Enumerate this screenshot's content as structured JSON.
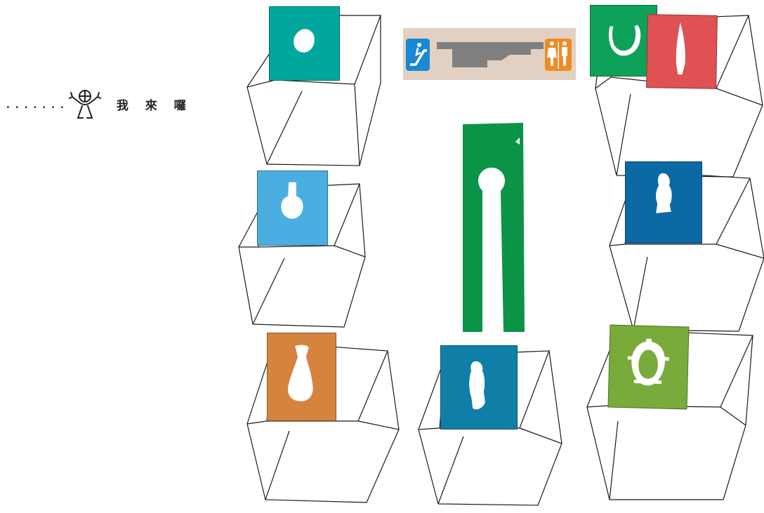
{
  "intro": {
    "dots": ".......",
    "phrase": "我 來 囉",
    "mascot_icon": "waving-figure-icon"
  },
  "map": {
    "signboard": {
      "left_icon": "escalator-icon",
      "right_icon": "restroom-icon",
      "left_color": "#1a88d4",
      "right_color": "#ef8a24"
    },
    "path_color": "#0b9347",
    "showcases": [
      {
        "id": "teal-round-artifact",
        "color": "#00a79d",
        "icon": "round-artifact-icon"
      },
      {
        "id": "green-horseshoe-artifact",
        "color": "#0ea15a",
        "icon": "horseshoe-artifact-icon"
      },
      {
        "id": "red-blade-artifact",
        "color": "#df5152",
        "icon": "blade-artifact-icon"
      },
      {
        "id": "lightblue-bottle-artifact",
        "color": "#4aaee0",
        "icon": "bottle-artifact-icon"
      },
      {
        "id": "darkblue-figurine-artifact",
        "color": "#0b69a3",
        "icon": "figurine-artifact-icon"
      },
      {
        "id": "orange-vase-artifact",
        "color": "#d6833e",
        "icon": "vase-artifact-icon"
      },
      {
        "id": "blue-idol-artifact",
        "color": "#0f7fa8",
        "icon": "idol-artifact-icon"
      },
      {
        "id": "olive-ring-artifact",
        "color": "#79ab3b",
        "icon": "ring-artifact-icon"
      }
    ]
  }
}
